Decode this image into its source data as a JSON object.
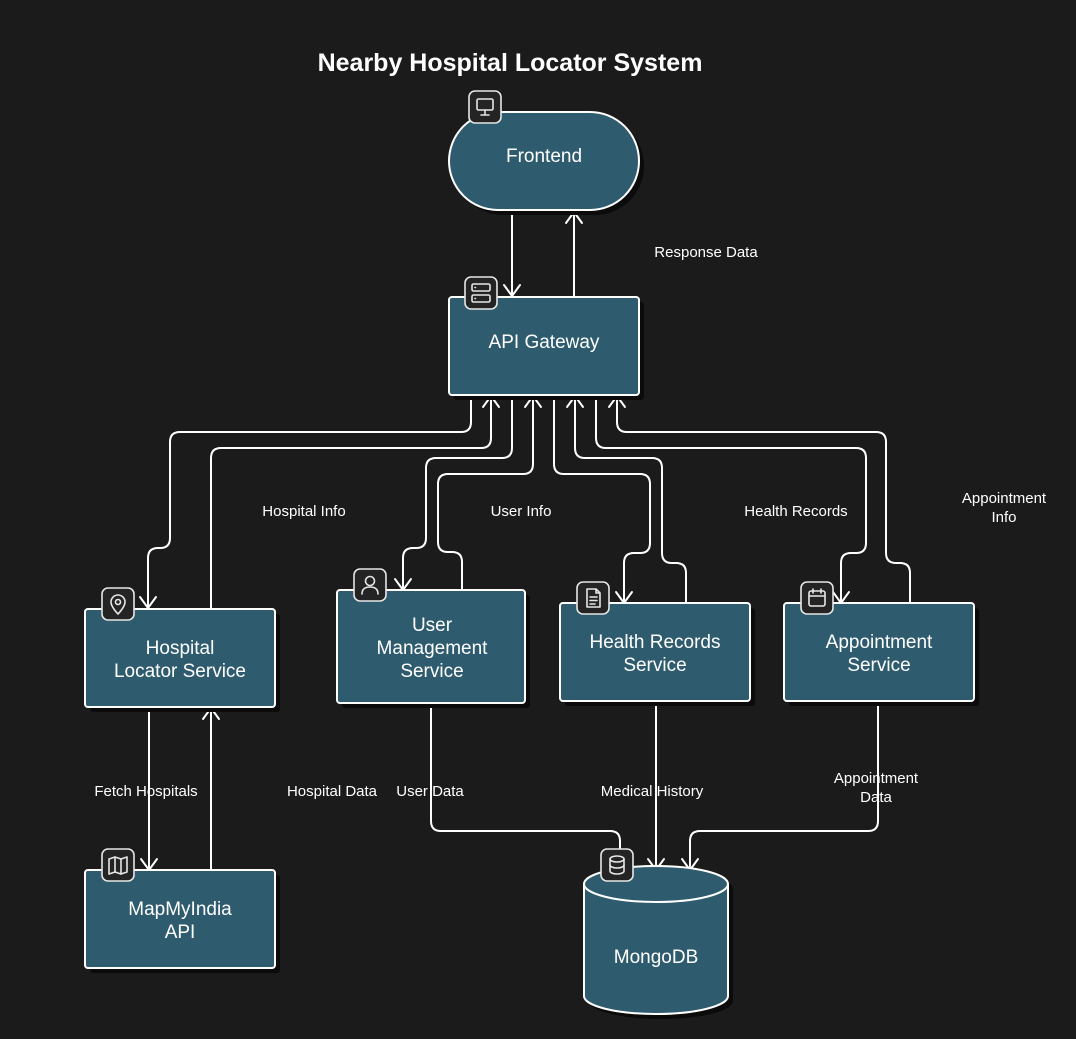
{
  "title": "Nearby Hospital Locator System",
  "colors": {
    "background": "#1b1b1b",
    "node_fill": "#2f5b6e",
    "stroke": "#ffffff"
  },
  "nodes": {
    "frontend": {
      "lines": [
        "Frontend"
      ],
      "icon": "monitor-icon"
    },
    "gateway": {
      "lines": [
        "API Gateway"
      ],
      "icon": "server-icon"
    },
    "hospital": {
      "lines": [
        "Hospital",
        "Locator Service"
      ],
      "icon": "map-pin-icon"
    },
    "user": {
      "lines": [
        "User",
        "Management",
        "Service"
      ],
      "icon": "user-icon"
    },
    "records": {
      "lines": [
        "Health Records",
        "Service"
      ],
      "icon": "file-text-icon"
    },
    "appointment": {
      "lines": [
        "Appointment",
        "Service"
      ],
      "icon": "calendar-icon"
    },
    "mapmyindia": {
      "lines": [
        "MapMyIndia",
        "API"
      ],
      "icon": "map-icon"
    },
    "mongodb": {
      "lines": [
        "MongoDB"
      ],
      "icon": "database-icon"
    }
  },
  "edge_labels": {
    "response_data": [
      "Response Data"
    ],
    "hospital_info": [
      "Hospital Info"
    ],
    "user_info": [
      "User Info"
    ],
    "health_records": [
      "Health Records"
    ],
    "appointment_info": [
      "Appointment",
      "Info"
    ],
    "fetch_hospitals": [
      "Fetch Hospitals"
    ],
    "hospital_data": [
      "Hospital Data"
    ],
    "user_data": [
      "User Data"
    ],
    "medical_history": [
      "Medical History"
    ],
    "appointment_data": [
      "Appointment",
      "Data"
    ]
  }
}
